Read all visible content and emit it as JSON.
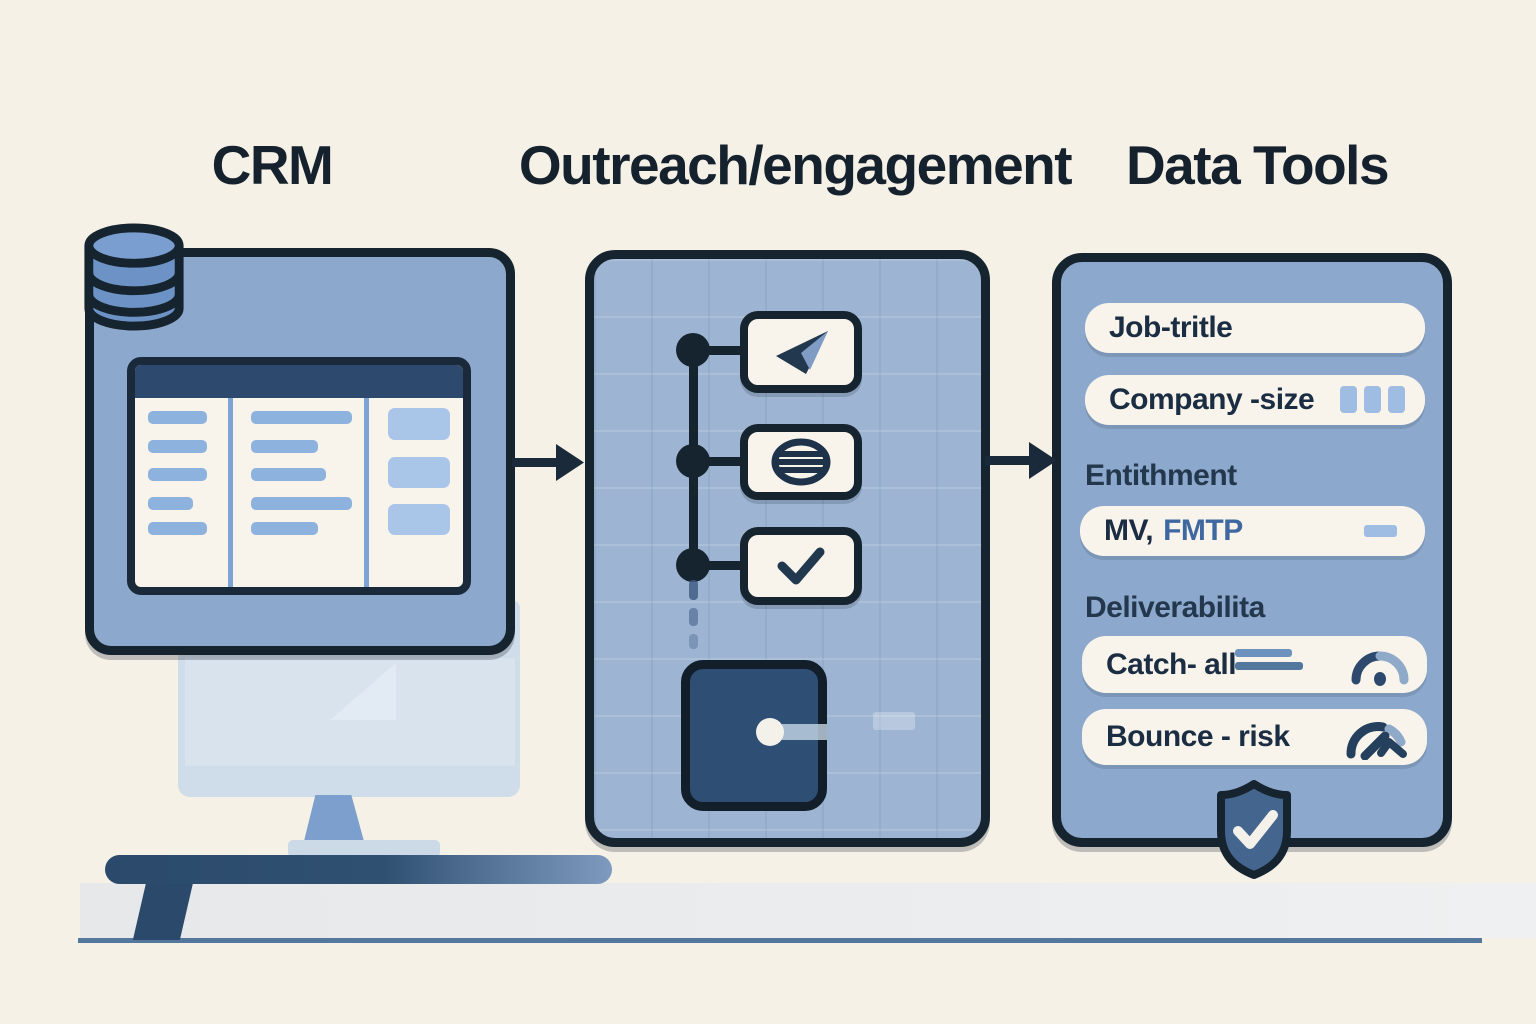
{
  "titles": {
    "crm": "CRM",
    "outreach": "Outreach/engagement",
    "data_tools": "Data Tools"
  },
  "crm_panel": {
    "icons": {
      "database": "database-cylinder-icon",
      "window": "crm-table-window",
      "monitor": "desktop-monitor"
    }
  },
  "outreach_panel": {
    "steps": [
      {
        "icon": "paper-plane-send-icon"
      },
      {
        "icon": "striped-sphere-icon"
      },
      {
        "icon": "check-icon"
      }
    ],
    "bottom_icon": "dark-square-knob-icon"
  },
  "data_tools": {
    "field_job": "Job-tritle",
    "field_company": "Company -size",
    "enrichment_heading": "Entithment",
    "enrichment_primary": "MV,",
    "enrichment_secondary": "FMTP",
    "deliverability_heading": "Deliverabilita",
    "field_catch_all": "Catch- all",
    "field_bounce": "Bounce - risk",
    "icons": {
      "company_size": "company-size-squares-icon",
      "catch_all": "gauge-dot-icon",
      "bounce_risk": "gauge-needle-check-icon",
      "shield": "shield-check-icon"
    }
  },
  "colors": {
    "background": "#f6f1e7",
    "outline": "#16242f",
    "title-text": "#15222e",
    "panel-blue": "#8ca8cc",
    "panel-blue-mid": "#9db5d3",
    "card-bg": "#f8f4ec",
    "header-bar": "#2d4a6e",
    "bar-blue": "#8db2de",
    "block-blue": "#a9c6e8",
    "accent-dark": "#2f4e74",
    "shield-fill": "#44658e",
    "desk-dark": "#2b4a6b",
    "desk-light": "#7e9bbf",
    "strip": "#e8eaec",
    "line-blue": "#54779e",
    "monitor": "#cfdce9",
    "stand": "#7d9fce",
    "label-text": "#1b2d42",
    "secondary-text": "#3f68a0",
    "chip-blue": "#9fbce2"
  }
}
